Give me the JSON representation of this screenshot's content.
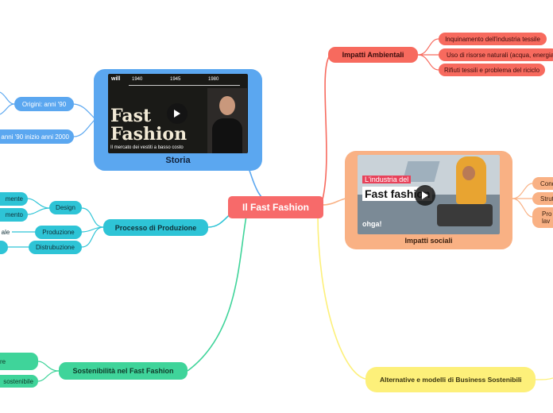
{
  "central": {
    "label": "Il Fast Fashion",
    "color": "#f76a6a"
  },
  "storia": {
    "title": "Storia",
    "color": "#5ba7f0",
    "video": {
      "timeline": [
        "1940",
        "1945",
        "1980"
      ],
      "logo": "will",
      "title_line1": "Fast",
      "title_line2": "Fashion",
      "subtitle": "Il mercato dei vestiti a basso costo"
    },
    "children": [
      "Origini: anni '90",
      "anni '90 inizio anni 2000"
    ]
  },
  "processo": {
    "title": "Processo di Produzione",
    "color": "#2ec4d6",
    "children": [
      "Design",
      "Produzione",
      "Distrubuzione"
    ],
    "grandchildren": [
      "mente",
      "mento",
      "ale"
    ]
  },
  "sostenibilita": {
    "title": "Sostenibilità nel Fast Fashion",
    "color": "#3fd49a",
    "children": [
      "re",
      "sostenibile"
    ]
  },
  "ambientali": {
    "title": "Impatti Ambientali",
    "color": "#f76a5e",
    "children": [
      "Inquinamento dell'industria tessile",
      "Uso di risorse naturali (acqua, energia, e",
      "Rifiuti tessili e problema del riciclo"
    ]
  },
  "sociali": {
    "title": "Impatti sociali",
    "color": "#f9b184",
    "video": {
      "caption1": "L'industria del",
      "caption2": "Fast fashion",
      "logo": "ohga!"
    },
    "children": [
      "Cond",
      "Strut",
      "Pro\nlav"
    ]
  },
  "alternative": {
    "title": "Alternative e modelli di Business Sostenibili",
    "color": "#fdf07a"
  }
}
